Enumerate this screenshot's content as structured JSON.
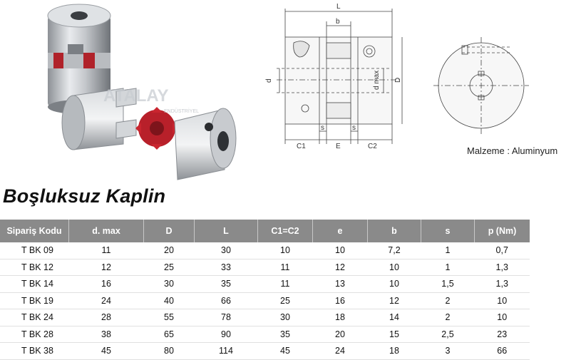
{
  "watermark": {
    "brand": "ATALAY",
    "sub": "ENDÜSTRİYEL"
  },
  "drawing": {
    "labels": {
      "L": "L",
      "b": "b",
      "d": "d",
      "dmax": "d max",
      "D": "D",
      "s1": "s",
      "s2": "s",
      "C1": "C1",
      "E": "E",
      "C2": "C2"
    }
  },
  "material": "Malzeme : Aluminyum",
  "title": "Boşluksuz Kaplin",
  "table": {
    "headers": [
      "Sipariş Kodu",
      "d. max",
      "D",
      "L",
      "C1=C2",
      "e",
      "b",
      "s",
      "p (Nm)"
    ],
    "rows": [
      [
        "T BK 09",
        "11",
        "20",
        "30",
        "10",
        "10",
        "7,2",
        "1",
        "0,7"
      ],
      [
        "T BK 12",
        "12",
        "25",
        "33",
        "11",
        "12",
        "10",
        "1",
        "1,3"
      ],
      [
        "T BK 14",
        "16",
        "30",
        "35",
        "11",
        "13",
        "10",
        "1,5",
        "1,3"
      ],
      [
        "T BK 19",
        "24",
        "40",
        "66",
        "25",
        "16",
        "12",
        "2",
        "10"
      ],
      [
        "T BK 24",
        "28",
        "55",
        "78",
        "30",
        "18",
        "14",
        "2",
        "10"
      ],
      [
        "T BK 28",
        "38",
        "65",
        "90",
        "35",
        "20",
        "15",
        "2,5",
        "23"
      ],
      [
        "T BK 38",
        "45",
        "80",
        "114",
        "45",
        "24",
        "18",
        "3",
        "66"
      ]
    ]
  }
}
